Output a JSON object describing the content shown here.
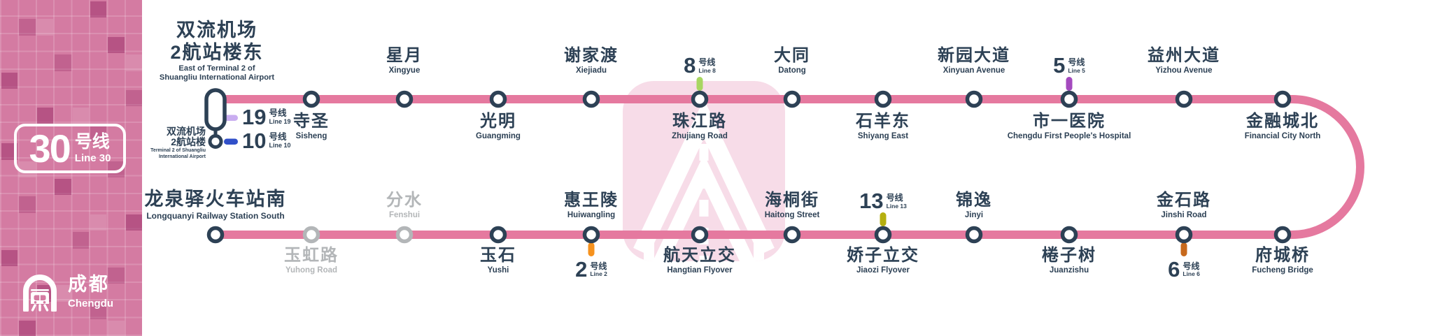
{
  "sidebar": {
    "badge": {
      "number": "30",
      "zh_suffix": "号线",
      "en": "Line 30"
    },
    "brand": {
      "zh": "成都",
      "en": "Chengdu"
    }
  },
  "colors": {
    "line_pink": "#E5799F",
    "navy": "#2D4155",
    "gray_closed": "#B3B6B8",
    "watermark_pink": "#F7DCE8",
    "sidebar_pink": "#D47BA2"
  },
  "terminus_airport": {
    "station_zh_line1": "双流机场",
    "station_zh_line2": "2航站楼东",
    "station_en_line1": "East of Terminal 2 of",
    "station_en_line2": "Shuangliu International Airport",
    "interchange_zh_line1": "双流机场",
    "interchange_zh_line2": "2航站楼",
    "interchange_en_line1": "Terminal 2 of Shuangliu",
    "interchange_en_line2": "International Airport",
    "lines": [
      {
        "number": "19",
        "zh": "号线",
        "en": "Line 19",
        "color": "#C9ADF0"
      },
      {
        "number": "10",
        "zh": "号线",
        "en": "Line 10",
        "color": "#3150C9"
      }
    ]
  },
  "stations": [
    {
      "row": "top",
      "col": 1,
      "zh": "寺圣",
      "en": "Sisheng",
      "label": "below"
    },
    {
      "row": "top",
      "col": 2,
      "zh": "星月",
      "en": "Xingyue",
      "label": "above"
    },
    {
      "row": "top",
      "col": 3,
      "zh": "光明",
      "en": "Guangming",
      "label": "below"
    },
    {
      "row": "top",
      "col": 4,
      "zh": "谢家渡",
      "en": "Xiejiadu",
      "label": "above"
    },
    {
      "row": "top",
      "col": 5,
      "zh": "珠江路",
      "en": "Zhujiang Road",
      "label": "below",
      "transfer": {
        "number": "8",
        "zh": "号线",
        "en": "Line 8",
        "color": "#A8D661",
        "side": "above"
      }
    },
    {
      "row": "top",
      "col": 6,
      "zh": "大同",
      "en": "Datong",
      "label": "above"
    },
    {
      "row": "top",
      "col": 7,
      "zh": "石羊东",
      "en": "Shiyang East",
      "label": "below"
    },
    {
      "row": "top",
      "col": 8,
      "zh": "新园大道",
      "en": "Xinyuan Avenue",
      "label": "above"
    },
    {
      "row": "top",
      "col": 9,
      "zh": "市一医院",
      "en": "Chengdu First People's Hospital",
      "label": "below",
      "transfer": {
        "number": "5",
        "zh": "号线",
        "en": "Line 5",
        "color": "#A44ABE",
        "side": "above"
      }
    },
    {
      "row": "top",
      "col": 10,
      "zh": "益州大道",
      "en": "Yizhou Avenue",
      "label": "above"
    },
    {
      "row": "top",
      "col": 11,
      "zh": "金融城北",
      "en": "Financial City North",
      "label": "below"
    },
    {
      "row": "bottom",
      "col": 0,
      "zh": "龙泉驿火车站南",
      "en": "Longquanyi Railway Station South",
      "label": "above",
      "terminus": true
    },
    {
      "row": "bottom",
      "col": 1,
      "zh": "玉虹路",
      "en": "Yuhong Road",
      "label": "below",
      "status": "closed"
    },
    {
      "row": "bottom",
      "col": 2,
      "zh": "分水",
      "en": "Fenshui",
      "label": "above",
      "status": "closed"
    },
    {
      "row": "bottom",
      "col": 3,
      "zh": "玉石",
      "en": "Yushi",
      "label": "below"
    },
    {
      "row": "bottom",
      "col": 4,
      "zh": "惠王陵",
      "en": "Huiwangling",
      "label": "above",
      "transfer": {
        "number": "2",
        "zh": "号线",
        "en": "Line 2",
        "color": "#F6921E",
        "side": "below"
      }
    },
    {
      "row": "bottom",
      "col": 5,
      "zh": "航天立交",
      "en": "Hangtian Flyover",
      "label": "below"
    },
    {
      "row": "bottom",
      "col": 6,
      "zh": "海桐街",
      "en": "Haitong Street",
      "label": "above"
    },
    {
      "row": "bottom",
      "col": 7,
      "zh": "娇子立交",
      "en": "Jiaozi Flyover",
      "label": "below",
      "transfer": {
        "number": "13",
        "zh": "号线",
        "en": "Line 13",
        "color": "#B5AF10",
        "side": "above"
      }
    },
    {
      "row": "bottom",
      "col": 8,
      "zh": "锦逸",
      "en": "Jinyi",
      "label": "above"
    },
    {
      "row": "bottom",
      "col": 9,
      "zh": "棬子树",
      "en": "Juanzishu",
      "label": "below"
    },
    {
      "row": "bottom",
      "col": 10,
      "zh": "金石路",
      "en": "Jinshi Road",
      "label": "above",
      "transfer": {
        "number": "6",
        "zh": "号线",
        "en": "Line 6",
        "color": "#C7691C",
        "side": "below"
      }
    },
    {
      "row": "bottom",
      "col": 11,
      "zh": "府城桥",
      "en": "Fucheng Bridge",
      "label": "below"
    }
  ]
}
